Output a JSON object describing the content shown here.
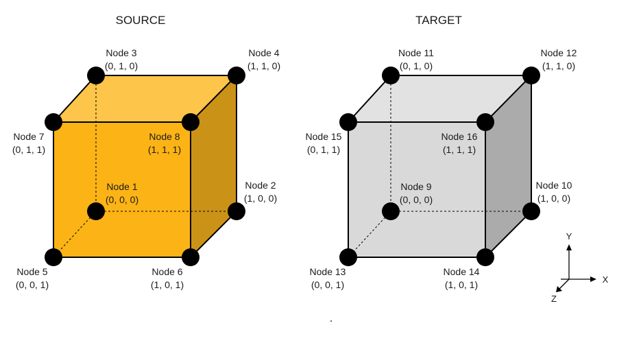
{
  "source": {
    "title": "SOURCE",
    "colors": {
      "front": "#FCB316",
      "top": "#FDC54A",
      "right": "#CB9218"
    },
    "nodes": {
      "n1": {
        "name": "Node 1",
        "coord": "(0, 0, 0)"
      },
      "n2": {
        "name": "Node 2",
        "coord": "(1, 0, 0)"
      },
      "n3": {
        "name": "Node 3",
        "coord": "(0, 1, 0)"
      },
      "n4": {
        "name": "Node 4",
        "coord": "(1, 1, 0)"
      },
      "n5": {
        "name": "Node 5",
        "coord": "(0, 0, 1)"
      },
      "n6": {
        "name": "Node 6",
        "coord": "(1, 0, 1)"
      },
      "n7": {
        "name": "Node 7",
        "coord": "(0, 1, 1)"
      },
      "n8": {
        "name": "Node 8",
        "coord": "(1, 1, 1)"
      }
    }
  },
  "target": {
    "title": "TARGET",
    "colors": {
      "front": "#D9D9D9",
      "top": "#E2E2E2",
      "right": "#ABABAB"
    },
    "nodes": {
      "n9": {
        "name": "Node 9",
        "coord": "(0, 0, 0)"
      },
      "n10": {
        "name": "Node 10",
        "coord": "(1, 0, 0)"
      },
      "n11": {
        "name": "Node 11",
        "coord": "(0, 1, 0)"
      },
      "n12": {
        "name": "Node 12",
        "coord": "(1, 1, 0)"
      },
      "n13": {
        "name": "Node 13",
        "coord": "(0, 0, 1)"
      },
      "n14": {
        "name": "Node 14",
        "coord": "(1, 0, 1)"
      },
      "n15": {
        "name": "Node 15",
        "coord": "(0, 1, 1)"
      },
      "n16": {
        "name": "Node 16",
        "coord": "(1, 1, 1)"
      }
    }
  },
  "axes": {
    "y": "Y",
    "x": "X",
    "z": "Z"
  }
}
